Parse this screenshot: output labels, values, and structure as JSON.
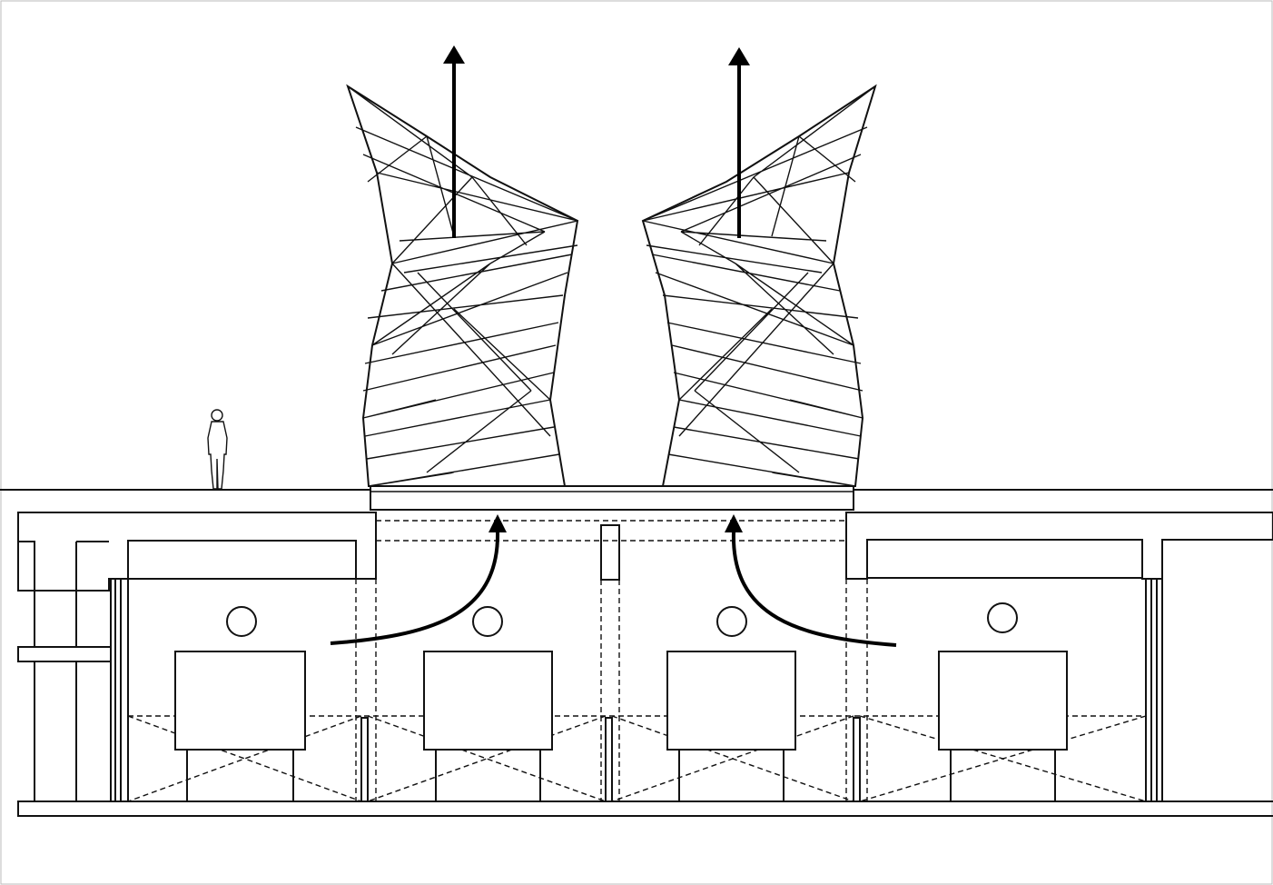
{
  "diagram": {
    "type": "architectural-section",
    "elements": [
      "ventilation-tower-left",
      "ventilation-tower-right",
      "exhaust-arrow-left",
      "exhaust-arrow-right",
      "airflow-arrow-left",
      "airflow-arrow-right",
      "human-scale-figure",
      "ground-line",
      "underground-structure",
      "equipment-unit",
      "light-fixture"
    ],
    "equipment_units": 4,
    "light_fixtures": 4,
    "towers": 2
  },
  "colors": {
    "ink": "#111111",
    "background": "#ffffff"
  }
}
